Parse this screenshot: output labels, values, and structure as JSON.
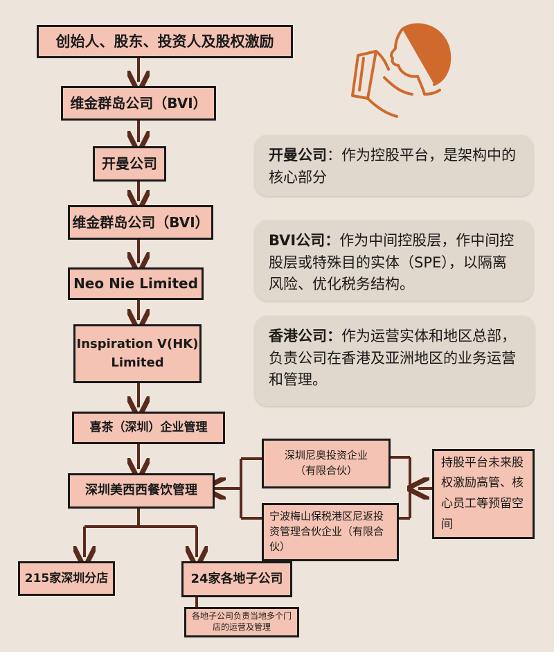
{
  "chain": {
    "founders": "创始人、股东、投资人及股权激励",
    "bvi_top": "维金群岛公司（BVI）",
    "cayman": "开曼公司",
    "bvi_second": "维金群岛公司（BVI）",
    "neo_nie": "Neo Nie Limited",
    "inspiration_line1": "Inspiration V(HK)",
    "inspiration_line2": "Limited",
    "heytea_sz": "喜茶（深圳）企业管理",
    "meixixi": "深圳美西西餐饮管理",
    "branches": "215家深圳分店",
    "subsidiaries": "24家各地子公司",
    "subsidiaries_note": "各地子公司负责当地多个门店的运营及管理"
  },
  "partnerships": {
    "sz_neo_line1": "深圳尼奥投资企业",
    "sz_neo_line2": "（有限合伙）",
    "ningbo": "宁波梅山保税港区尼返投资管理合伙企业（有限合伙）",
    "holding_platform": "持股平台未来股权激励高管、核心员工等预留空间"
  },
  "callouts": {
    "cayman_title": "开曼公司",
    "cayman_text": "：作为控股平台，是架构中的核心部分",
    "bvi_title": "BVI公司：",
    "bvi_text": "作为中间控股层，作中间控股层或特殊目的实体（SPE），以隔离风险、优化税务结构。",
    "hk_title": "香港公司：",
    "hk_text": "作为运营实体和地区总部，负责公司在香港及亚洲地区的业务运营和管理。"
  },
  "colors": {
    "box_fill": "#f4c3b3",
    "arrow": "#5a2a1c",
    "background": "#ede5dc",
    "callout_fill": "#e0d7cd",
    "illustration": "#cf6a2c"
  },
  "icons": [
    "person-drinking-icon"
  ]
}
